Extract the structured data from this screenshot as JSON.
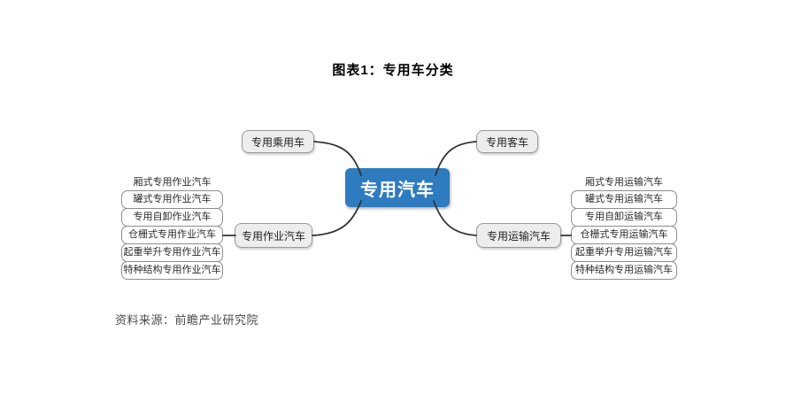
{
  "title": "图表1：专用车分类",
  "source_note": "资料来源：前瞻产业研究院",
  "mindmap": {
    "root": "专用汽车",
    "top_left_branch": "专用乘用车",
    "top_right_branch": "专用客车",
    "left_branch": "专用作业汽车",
    "right_branch": "专用运输汽车",
    "left_items": [
      "厢式专用作业汽车",
      "罐式专用作业汽车",
      "专用自卸作业汽车",
      "仓栅式专用作业汽车",
      "起重举升专用作业汽车",
      "特种结构专用作业汽车"
    ],
    "right_items": [
      "厢式专用运输汽车",
      "罐式专用运输汽车",
      "专用自卸运输汽车",
      "仓栅式专用运输汽车",
      "起重举升专用运输汽车",
      "特种结构专用运输汽车"
    ]
  },
  "colors": {
    "root_fill": "#2E7BC0",
    "branch_fill": "#EDEDED",
    "branch_border": "#999999",
    "item_border": "#8E8E8E",
    "connector": "#333333"
  }
}
